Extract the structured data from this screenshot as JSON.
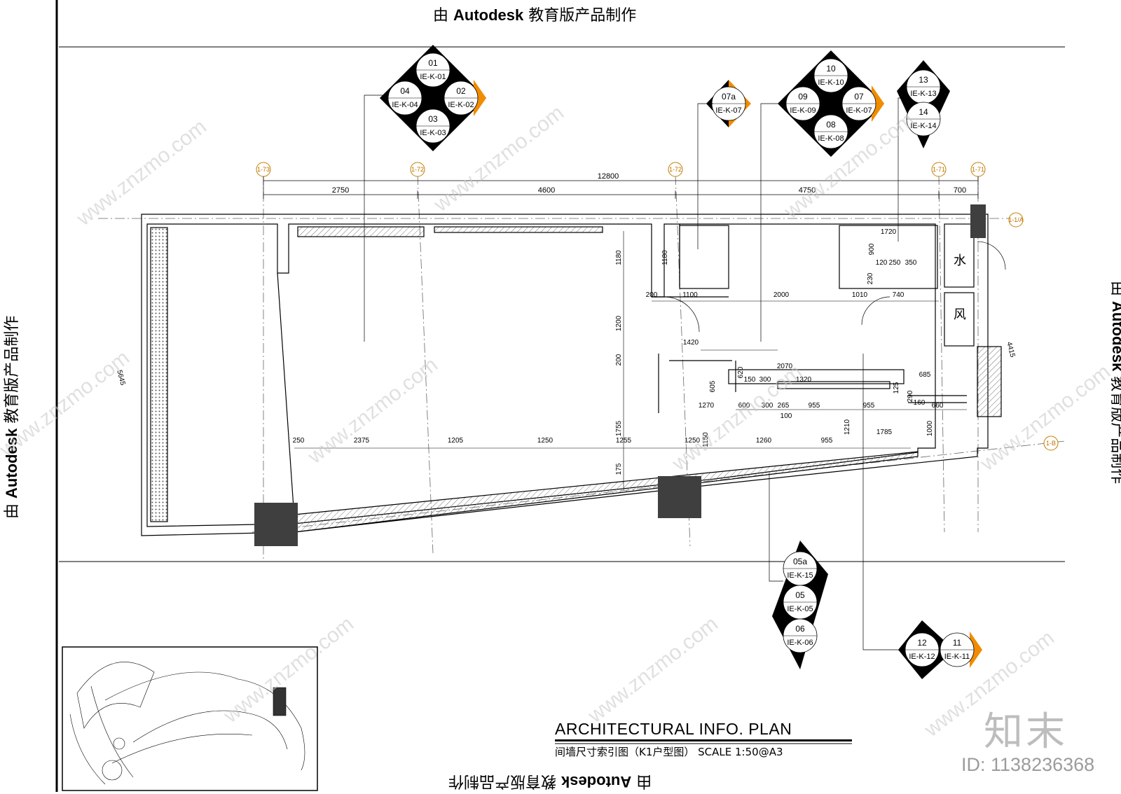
{
  "stamps": {
    "prefix": "由",
    "brand": "Autodesk",
    "suffix": "教育版产品制作"
  },
  "title": {
    "main": "ARCHITECTURAL INFO. PLAN",
    "subtitle": "间墙尺寸索引图（K1户型图） SCALE  1:50@A3"
  },
  "watermark": {
    "site": "www.znzmo.com",
    "brand_logo": "知末",
    "id_label": "ID: 1138236368"
  },
  "grid_axes": [
    "1-73",
    "1-72",
    "1-72",
    "1-71",
    "1-71",
    "1-1/A",
    "1-B"
  ],
  "top_dimensions": {
    "overall": "12800",
    "segments": [
      "2750",
      "4600",
      "4750",
      "700"
    ]
  },
  "interior_dimensions": [
    "1180",
    "1180",
    "1720",
    "900",
    "120",
    "250",
    "350",
    "230",
    "200",
    "1100",
    "2000",
    "1010",
    "740",
    "1200",
    "1420",
    "200",
    "2070",
    "620",
    "150",
    "300",
    "1320",
    "605",
    "125",
    "290",
    "685",
    "1270",
    "600",
    "300",
    "265",
    "955",
    "955",
    "160",
    "660",
    "100",
    "1755",
    "1150",
    "1210",
    "1000",
    "250",
    "2375",
    "1205",
    "1250",
    "1255",
    "1250",
    "1260",
    "955",
    "1785",
    "175",
    "5645",
    "4415"
  ],
  "rooms": {
    "water": "水",
    "wind": "风"
  },
  "elevation_markers": {
    "m1": [
      {
        "num": "01",
        "ref": "IE-K-01"
      },
      {
        "num": "04",
        "ref": "IE-K-04"
      },
      {
        "num": "02",
        "ref": "IE-K-02"
      },
      {
        "num": "03",
        "ref": "IE-K-03"
      }
    ],
    "m2": [
      {
        "num": "07a",
        "ref": "IE-K-07"
      }
    ],
    "m3": [
      {
        "num": "10",
        "ref": "IE-K-10"
      },
      {
        "num": "09",
        "ref": "IE-K-09"
      },
      {
        "num": "07",
        "ref": "IE-K-07"
      },
      {
        "num": "08",
        "ref": "IE-K-08"
      }
    ],
    "m4": [
      {
        "num": "13",
        "ref": "IE-K-13"
      },
      {
        "num": "14",
        "ref": "IE-K-14"
      }
    ],
    "m5": [
      {
        "num": "05a",
        "ref": "IE-K-15"
      },
      {
        "num": "05",
        "ref": "IE-K-05"
      },
      {
        "num": "06",
        "ref": "IE-K-06"
      }
    ],
    "m6": [
      {
        "num": "12",
        "ref": "IE-K-12"
      },
      {
        "num": "11",
        "ref": "IE-K-11"
      }
    ]
  }
}
